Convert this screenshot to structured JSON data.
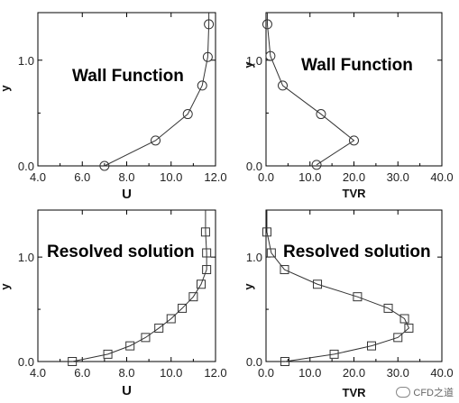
{
  "watermark": "CFD之道",
  "chart_data": [
    {
      "id": "tl",
      "type": "line",
      "annotation": "Wall Function",
      "xlabel": "U",
      "ylabel": "y",
      "xlim": [
        4.0,
        12.0
      ],
      "ylim": [
        0.0,
        1.45
      ],
      "xticks": [
        "4.0",
        "6.0",
        "8.0",
        "10.0",
        "12.0"
      ],
      "xtick_values": [
        4,
        6,
        8,
        10,
        12
      ],
      "yticks": [
        "0.0",
        "1.0"
      ],
      "ytick_values": [
        0,
        1
      ],
      "marker": "circle",
      "series": [
        {
          "x": [
            7.0,
            9.3,
            10.75,
            11.4,
            11.65,
            11.7
          ],
          "y": [
            0.0,
            0.24,
            0.49,
            0.76,
            1.03,
            1.34
          ]
        }
      ]
    },
    {
      "id": "tr",
      "type": "line",
      "annotation": "Wall Function",
      "xlabel": "TVR",
      "ylabel": "y",
      "xlim": [
        0.0,
        40.0
      ],
      "ylim": [
        0.0,
        1.45
      ],
      "xticks": [
        "0.0",
        "10.0",
        "20.0",
        "30.0",
        "40.0"
      ],
      "xtick_values": [
        0,
        10,
        20,
        30,
        40
      ],
      "yticks": [
        "0.0",
        "1.0"
      ],
      "ytick_values": [
        0,
        1
      ],
      "marker": "circle",
      "series": [
        {
          "x": [
            11.5,
            20.0,
            12.5,
            3.8,
            1.0,
            0.3
          ],
          "y": [
            0.01,
            0.24,
            0.49,
            0.76,
            1.04,
            1.34
          ]
        }
      ]
    },
    {
      "id": "bl",
      "type": "line",
      "annotation": "Resolved solution",
      "xlabel": "U",
      "ylabel": "y",
      "xlim": [
        4.0,
        12.0
      ],
      "ylim": [
        0.0,
        1.45
      ],
      "xticks": [
        "4.0",
        "6.0",
        "8.0",
        "10.0",
        "12.0"
      ],
      "xtick_values": [
        4,
        6,
        8,
        10,
        12
      ],
      "yticks": [
        "0.0",
        "1.0"
      ],
      "ytick_values": [
        0,
        1
      ],
      "marker": "square",
      "series": [
        {
          "x": [
            5.55,
            7.15,
            8.15,
            8.85,
            9.45,
            10.0,
            10.5,
            11.0,
            11.35,
            11.6,
            11.6,
            11.55
          ],
          "y": [
            0.0,
            0.07,
            0.15,
            0.23,
            0.32,
            0.41,
            0.51,
            0.62,
            0.74,
            0.88,
            1.04,
            1.24
          ]
        }
      ]
    },
    {
      "id": "br",
      "type": "line",
      "annotation": "Resolved solution",
      "xlabel": "TVR",
      "ylabel": "y",
      "xlim": [
        0.0,
        40.0
      ],
      "ylim": [
        0.0,
        1.45
      ],
      "xticks": [
        "0.0",
        "10.0",
        "20.0",
        "30.0",
        "40.0"
      ],
      "xtick_values": [
        0,
        10,
        20,
        30,
        40
      ],
      "yticks": [
        "0.0",
        "1.0"
      ],
      "ytick_values": [
        0,
        1
      ],
      "marker": "square",
      "series": [
        {
          "x": [
            4.3,
            15.5,
            24.0,
            30.0,
            32.5,
            31.5,
            27.8,
            20.8,
            11.7,
            4.2,
            1.2,
            0.2
          ],
          "y": [
            0.0,
            0.07,
            0.15,
            0.23,
            0.32,
            0.41,
            0.51,
            0.62,
            0.74,
            0.88,
            1.04,
            1.24
          ]
        }
      ]
    }
  ]
}
